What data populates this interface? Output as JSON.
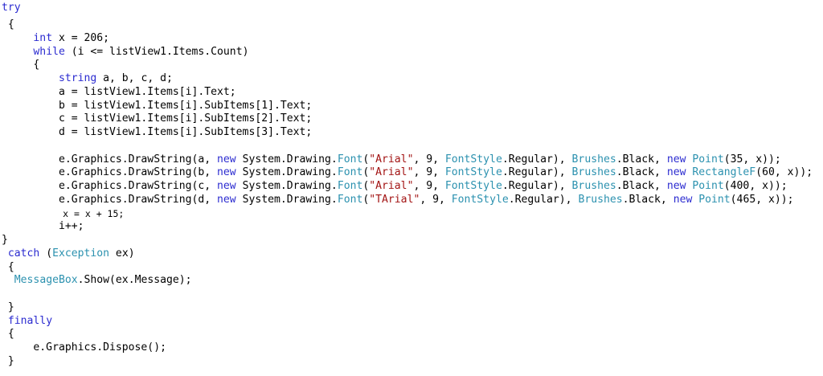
{
  "colors": {
    "keyword": "#2b2bd0",
    "type": "#2b91af",
    "string": "#a31515",
    "text": "#000000"
  },
  "code_lines": [
    [
      {
        "t": "try",
        "c": "kw"
      }
    ],
    [
      {
        "t": " {",
        "c": ""
      }
    ],
    [
      {
        "t": "     ",
        "c": ""
      },
      {
        "t": "int",
        "c": "kw"
      },
      {
        "t": " x = 206;",
        "c": ""
      }
    ],
    [
      {
        "t": "     ",
        "c": ""
      },
      {
        "t": "while",
        "c": "kw"
      },
      {
        "t": " (i <= listView1.Items.Count)",
        "c": ""
      }
    ],
    [
      {
        "t": "     {",
        "c": ""
      }
    ],
    [
      {
        "t": "         ",
        "c": ""
      },
      {
        "t": "string",
        "c": "kw"
      },
      {
        "t": " a, b, c, d;",
        "c": ""
      }
    ],
    [
      {
        "t": "         a = listView1.Items[i].Text;",
        "c": ""
      }
    ],
    [
      {
        "t": "         b = listView1.Items[i].SubItems[1].Text;",
        "c": ""
      }
    ],
    [
      {
        "t": "         c = listView1.Items[i].SubItems[2].Text;",
        "c": ""
      }
    ],
    [
      {
        "t": "         d = listView1.Items[i].SubItems[3].Text;",
        "c": ""
      }
    ],
    [
      {
        "t": "",
        "c": ""
      }
    ],
    [
      {
        "t": "         e.Graphics.DrawString(a, ",
        "c": ""
      },
      {
        "t": "new",
        "c": "kw"
      },
      {
        "t": " System.Drawing.",
        "c": ""
      },
      {
        "t": "Font",
        "c": "type"
      },
      {
        "t": "(",
        "c": ""
      },
      {
        "t": "\"Arial\"",
        "c": "str"
      },
      {
        "t": ", 9, ",
        "c": ""
      },
      {
        "t": "FontStyle",
        "c": "type"
      },
      {
        "t": ".Regular), ",
        "c": ""
      },
      {
        "t": "Brushes",
        "c": "type"
      },
      {
        "t": ".Black, ",
        "c": ""
      },
      {
        "t": "new",
        "c": "kw"
      },
      {
        "t": " ",
        "c": ""
      },
      {
        "t": "Point",
        "c": "type"
      },
      {
        "t": "(35, x));",
        "c": ""
      }
    ],
    [
      {
        "t": "         e.Graphics.DrawString(b, ",
        "c": ""
      },
      {
        "t": "new",
        "c": "kw"
      },
      {
        "t": " System.Drawing.",
        "c": ""
      },
      {
        "t": "Font",
        "c": "type"
      },
      {
        "t": "(",
        "c": ""
      },
      {
        "t": "\"Arial\"",
        "c": "str"
      },
      {
        "t": ", 9, ",
        "c": ""
      },
      {
        "t": "FontStyle",
        "c": "type"
      },
      {
        "t": ".Regular), ",
        "c": ""
      },
      {
        "t": "Brushes",
        "c": "type"
      },
      {
        "t": ".Black, ",
        "c": ""
      },
      {
        "t": "new",
        "c": "kw"
      },
      {
        "t": " ",
        "c": ""
      },
      {
        "t": "RectangleF",
        "c": "type"
      },
      {
        "t": "(60, x));",
        "c": ""
      }
    ],
    [
      {
        "t": "         e.Graphics.DrawString(c, ",
        "c": ""
      },
      {
        "t": "new",
        "c": "kw"
      },
      {
        "t": " System.Drawing.",
        "c": ""
      },
      {
        "t": "Font",
        "c": "type"
      },
      {
        "t": "(",
        "c": ""
      },
      {
        "t": "\"Arial\"",
        "c": "str"
      },
      {
        "t": ", 9, ",
        "c": ""
      },
      {
        "t": "FontStyle",
        "c": "type"
      },
      {
        "t": ".Regular), ",
        "c": ""
      },
      {
        "t": "Brushes",
        "c": "type"
      },
      {
        "t": ".Black, ",
        "c": ""
      },
      {
        "t": "new",
        "c": "kw"
      },
      {
        "t": " ",
        "c": ""
      },
      {
        "t": "Point",
        "c": "type"
      },
      {
        "t": "(400, x));",
        "c": ""
      }
    ],
    [
      {
        "t": "         e.Graphics.DrawString(d, ",
        "c": ""
      },
      {
        "t": "new",
        "c": "kw"
      },
      {
        "t": " System.Drawing.",
        "c": ""
      },
      {
        "t": "Font",
        "c": "type"
      },
      {
        "t": "(",
        "c": ""
      },
      {
        "t": "\"TArial\"",
        "c": "str"
      },
      {
        "t": ", 9, ",
        "c": ""
      },
      {
        "t": "FontStyle",
        "c": "type"
      },
      {
        "t": ".Regular), ",
        "c": ""
      },
      {
        "t": "Brushes",
        "c": "type"
      },
      {
        "t": ".Black, ",
        "c": ""
      },
      {
        "t": "new",
        "c": "kw"
      },
      {
        "t": " ",
        "c": ""
      },
      {
        "t": "Point",
        "c": "type"
      },
      {
        "t": "(465, x));",
        "c": ""
      }
    ],
    [
      {
        "t": "           x = x + 15;",
        "c": ""
      }
    ],
    [
      {
        "t": "         i++;",
        "c": ""
      }
    ],
    [
      {
        "t": "}",
        "c": ""
      }
    ],
    [
      {
        "t": " ",
        "c": ""
      },
      {
        "t": "catch",
        "c": "kw"
      },
      {
        "t": " (",
        "c": ""
      },
      {
        "t": "Exception",
        "c": "type"
      },
      {
        "t": " ex)",
        "c": ""
      }
    ],
    [
      {
        "t": " {",
        "c": ""
      }
    ],
    [
      {
        "t": "  ",
        "c": ""
      },
      {
        "t": "MessageBox",
        "c": "type"
      },
      {
        "t": ".Show(ex.Message);",
        "c": ""
      }
    ],
    [
      {
        "t": "",
        "c": ""
      }
    ],
    [
      {
        "t": " }",
        "c": ""
      }
    ],
    [
      {
        "t": " ",
        "c": ""
      },
      {
        "t": "finally",
        "c": "kw"
      }
    ],
    [
      {
        "t": " {",
        "c": ""
      }
    ],
    [
      {
        "t": "     e.Graphics.Dispose();",
        "c": ""
      }
    ],
    [
      {
        "t": " }",
        "c": ""
      }
    ]
  ]
}
